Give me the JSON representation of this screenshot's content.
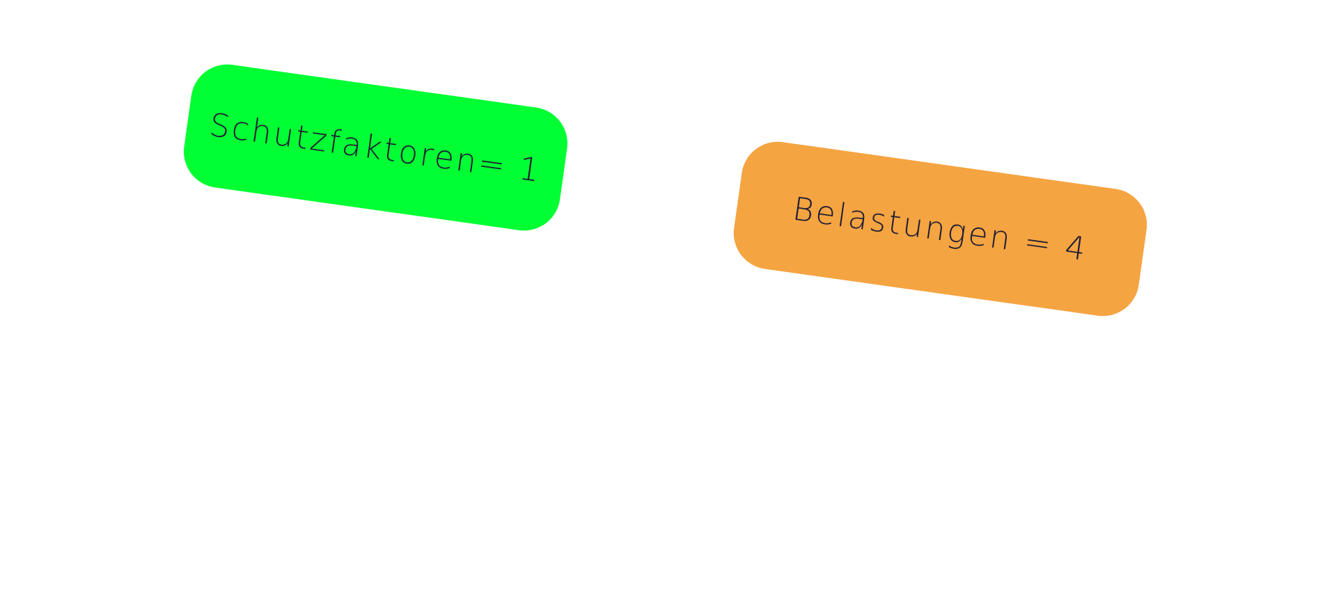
{
  "tiles": [
    {
      "id": "protective-factors",
      "text": "Schutzfaktoren= 1",
      "color": "#00ff33"
    },
    {
      "id": "burdens",
      "text": "Belastungen = 4",
      "color": "#f5a442"
    }
  ]
}
